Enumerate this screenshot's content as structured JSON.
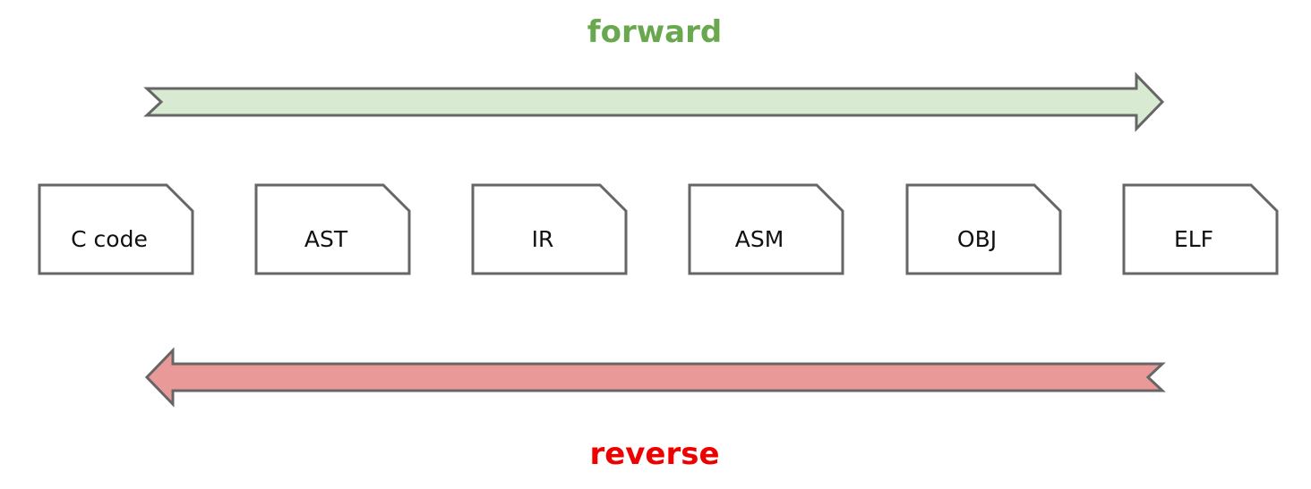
{
  "diagram": {
    "forward": {
      "label": "forward",
      "label_color": "#6aa84f",
      "fill_color": "#d9ead3"
    },
    "reverse": {
      "label": "reverse",
      "label_color": "#ee0000",
      "fill_color": "#ea9999"
    },
    "stroke_color": "#666666",
    "stages": [
      {
        "label": "C code"
      },
      {
        "label": "AST"
      },
      {
        "label": "IR"
      },
      {
        "label": "ASM"
      },
      {
        "label": "OBJ"
      },
      {
        "label": "ELF"
      }
    ]
  }
}
